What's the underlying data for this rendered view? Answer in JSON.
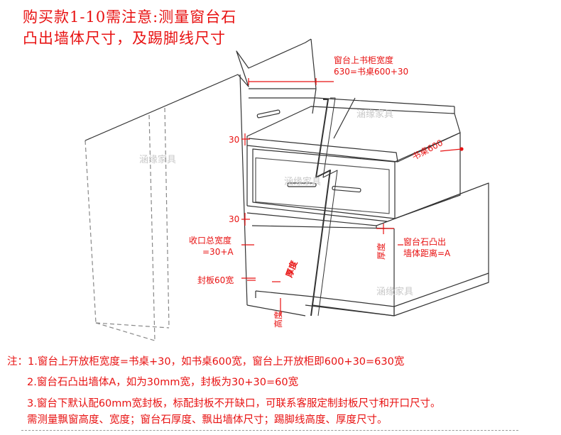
{
  "header": {
    "line1": "购买款1-10需注意:测量窗台石",
    "line2": "凸出墙体尺寸，及踢脚线尺寸"
  },
  "labels": {
    "top_width_1": "窗台上书柜宽度",
    "top_width_2": "630=书桌600+30",
    "dim_30_top": "30",
    "desk_600": "书桌600",
    "dim_30_bottom": "30",
    "opening_1": "收口总宽度",
    "opening_2": "=30+A",
    "panel_60": "封板60宽",
    "thickness_h": "厚度",
    "sill_1": "窗台石凸出",
    "sill_2": "墙体距离=A",
    "thickness_v": "厚度",
    "height_v": "高度"
  },
  "watermarks": [
    "涵缘家具",
    "涵缘家具",
    "涵缘家具",
    "涵缘家具"
  ],
  "notes": [
    "注：1.窗台上开放柜宽度=书桌+30，如书桌600宽，窗台上开放柜即600+30=630宽",
    "2.窗台石凸出墙体A，如为30mm宽，封板为30+30=60宽",
    "3.窗台下默认配60mm宽封板，标配封板不开缺口，可联系客服定制封板尺寸和开口尺寸。",
    "需测量飘窗高度、宽度；窗台石厚度、飘出墙体尺寸；踢脚线高度、厚度尺寸。"
  ],
  "colors": {
    "accent": "#e81212",
    "line": "#333333",
    "watermark": "#c8c8c8"
  }
}
